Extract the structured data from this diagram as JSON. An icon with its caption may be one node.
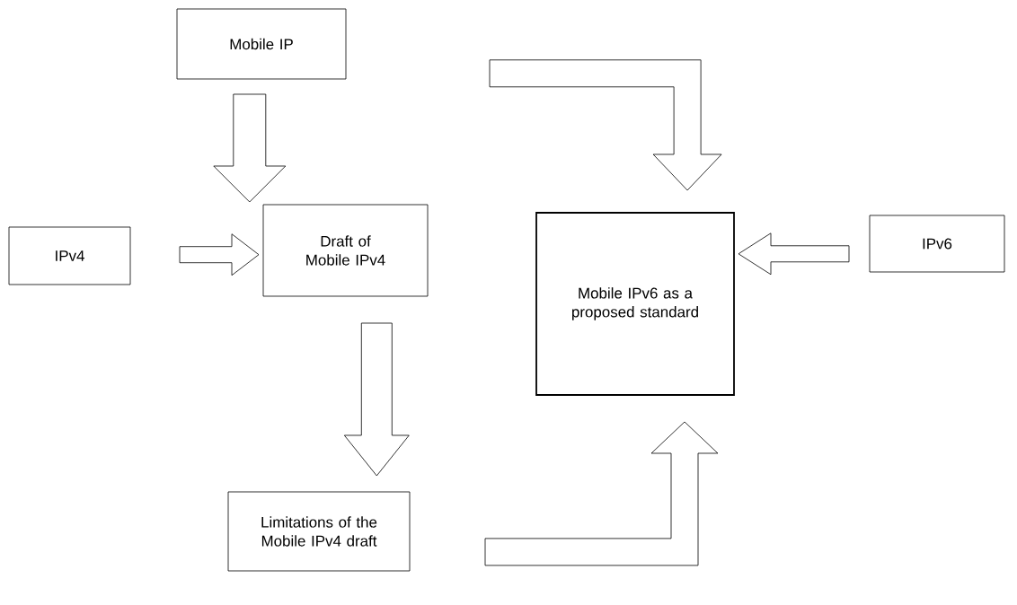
{
  "diagram": {
    "nodes": [
      {
        "text": [
          "Mobile IP"
        ]
      },
      {
        "text": [
          "IPv4"
        ]
      },
      {
        "text": [
          "Draft of Mobile IPv4"
        ]
      },
      {
        "text": [
          "Mobile IPv6 as a proposed standard"
        ]
      },
      {
        "text": [
          "IPv6"
        ]
      },
      {
        "text": [
          "Limitations of the Mobile IPv4 draft"
        ]
      }
    ],
    "edges": [
      {
        "from": 0,
        "to": 2,
        "arrow": "to"
      },
      {
        "from": 0,
        "to": 3,
        "arrow": "to"
      },
      {
        "from": 1,
        "to": 2,
        "arrow": "to"
      },
      {
        "from": 4,
        "to": 3,
        "arrow": "to"
      },
      {
        "from": 2,
        "to": 5,
        "arrow": "to"
      },
      {
        "from": 5,
        "to": 3,
        "arrow": "to"
      }
    ]
  }
}
